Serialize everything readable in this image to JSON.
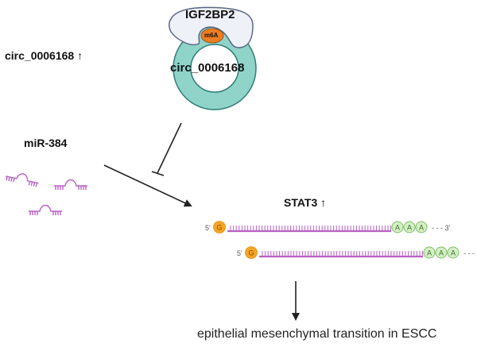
{
  "labels": {
    "circ_up": "circ_0006168 ↑",
    "mir": "miR-384",
    "stat3": "STAT3 ↑",
    "outcome": "epithelial mesenchymal transition in ESCC"
  },
  "complex": {
    "protein": "IGF2BP2",
    "modification": "m6A",
    "circrna": "circ_0006168"
  },
  "mrna": {
    "five_prime": "5'",
    "cap": "G",
    "tail": [
      "A",
      "A",
      "A"
    ],
    "three_prime": "- - - 3'"
  },
  "colors": {
    "circ_fill": "#8fd3c9",
    "circ_stroke": "#2f7d74",
    "protein_fill": "#eef1f8",
    "protein_stroke": "#5a6680",
    "m6a_fill": "#ef7d22",
    "mirna": "#b861c4",
    "cap_fill": "#f5a623",
    "polyA_fill": "#d3efc4",
    "polyA_stroke": "#7fbf6a"
  }
}
